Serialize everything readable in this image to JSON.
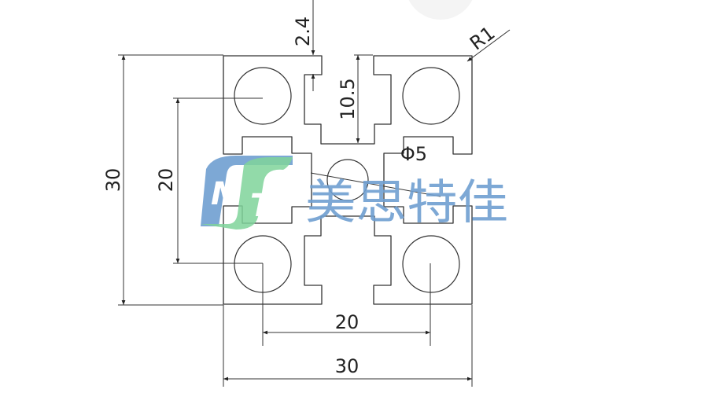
{
  "drawing": {
    "dimensions": {
      "overall_height": "30",
      "hole_spacing_vertical": "20",
      "hole_spacing_horizontal": "20",
      "overall_width": "30",
      "lip_thickness": "2.4",
      "slot_depth": "10.5",
      "corner_radius": "R1",
      "center_hole": "Φ5"
    }
  },
  "watermark": {
    "logo_letters": "MT",
    "brand_text": "美思特佳",
    "colors": {
      "blue": "#6f9fd0",
      "green": "#7fd39a"
    }
  }
}
